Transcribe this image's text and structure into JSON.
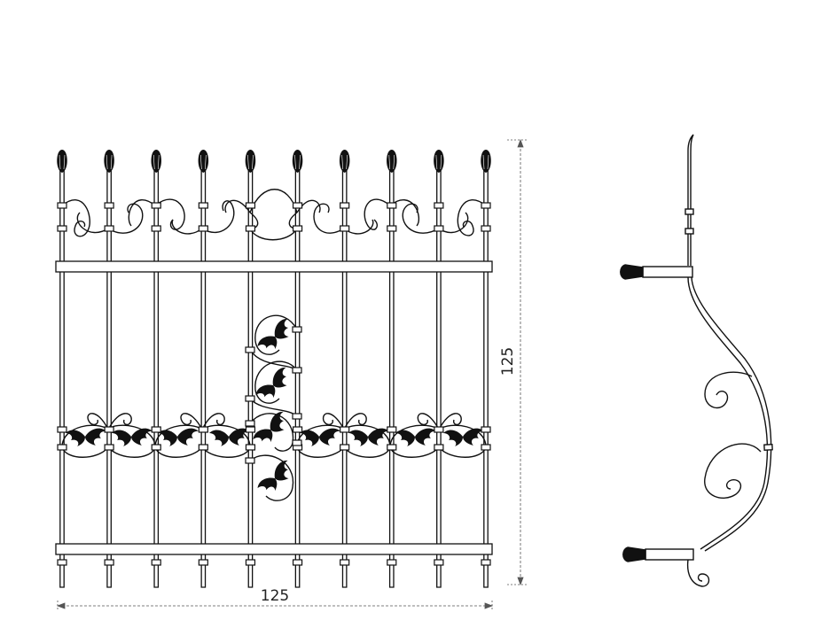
{
  "drawing": {
    "front_view": {
      "dimension_width": "125",
      "dimension_height": "125",
      "bar_count": 10
    },
    "side_view": {}
  }
}
